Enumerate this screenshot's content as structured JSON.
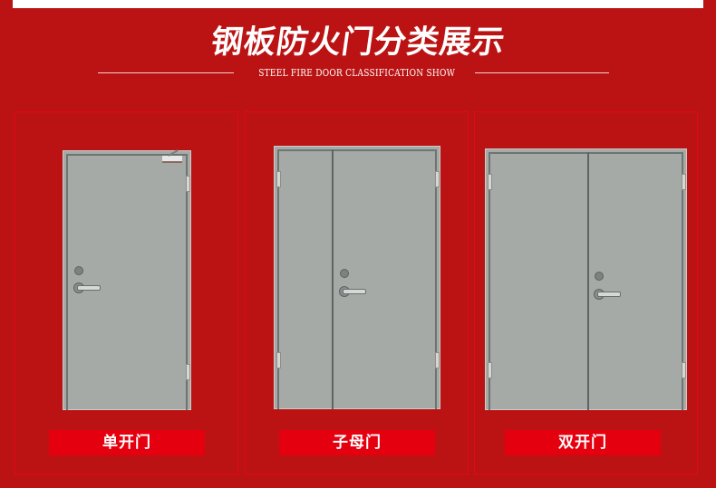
{
  "header": {
    "title": "钢板防火门分类展示",
    "subtitle": "STEEL FIRE DOOR CLASSIFICATION SHOW"
  },
  "colors": {
    "background": "#bb1313",
    "label_bg": "#e5000f",
    "card_border": "#e4061a",
    "door_gray": "#a5aaa7"
  },
  "cards": [
    {
      "label": "单开门",
      "door_type": "single-leaf"
    },
    {
      "label": "子母门",
      "door_type": "unequal-double-leaf"
    },
    {
      "label": "双开门",
      "door_type": "double-leaf"
    }
  ]
}
